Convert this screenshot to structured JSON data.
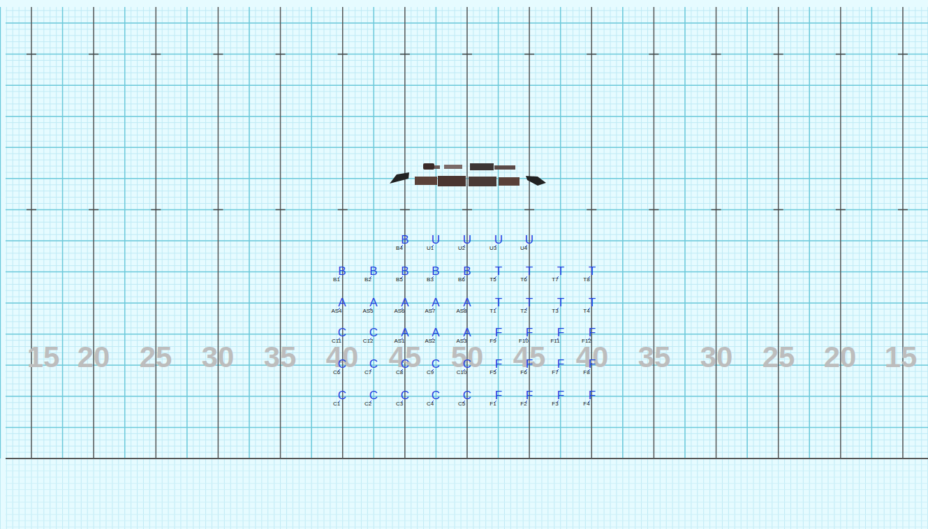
{
  "diagram": {
    "labels": [
      "15",
      "20",
      "25",
      "30",
      "35",
      "40",
      "45",
      "50",
      "45",
      "40",
      "35",
      "30",
      "25",
      "20",
      "15",
      "B",
      "B4",
      "U",
      "U1",
      "U",
      "U2",
      "U",
      "U3",
      "U",
      "U4",
      "B",
      "B1",
      "B",
      "B2",
      "B",
      "B5",
      "B",
      "B3",
      "B",
      "B6",
      "T",
      "T5",
      "T",
      "T6",
      "T",
      "T7",
      "T",
      "T8",
      "A",
      "AS4",
      "A",
      "AS5",
      "A",
      "AS6",
      "A",
      "AS7",
      "A",
      "AS8",
      "T",
      "T1",
      "T",
      "T2",
      "T",
      "T3",
      "T",
      "T4",
      "C",
      "C11",
      "C",
      "C12",
      "A",
      "AS1",
      "A",
      "AS2",
      "A",
      "AS3",
      "F",
      "F9",
      "F",
      "F10",
      "F",
      "F11",
      "F",
      "F12",
      "C",
      "C6",
      "C",
      "C7",
      "C",
      "C8",
      "C",
      "C9",
      "C",
      "C10",
      "F",
      "F5",
      "F",
      "F6",
      "F",
      "F7",
      "F",
      "F8",
      "C",
      "C1",
      "C",
      "C2",
      "C",
      "C3",
      "C",
      "C4",
      "C",
      "C5",
      "F",
      "F1",
      "F",
      "F2",
      "F",
      "F3",
      "F",
      "F4"
    ]
  }
}
